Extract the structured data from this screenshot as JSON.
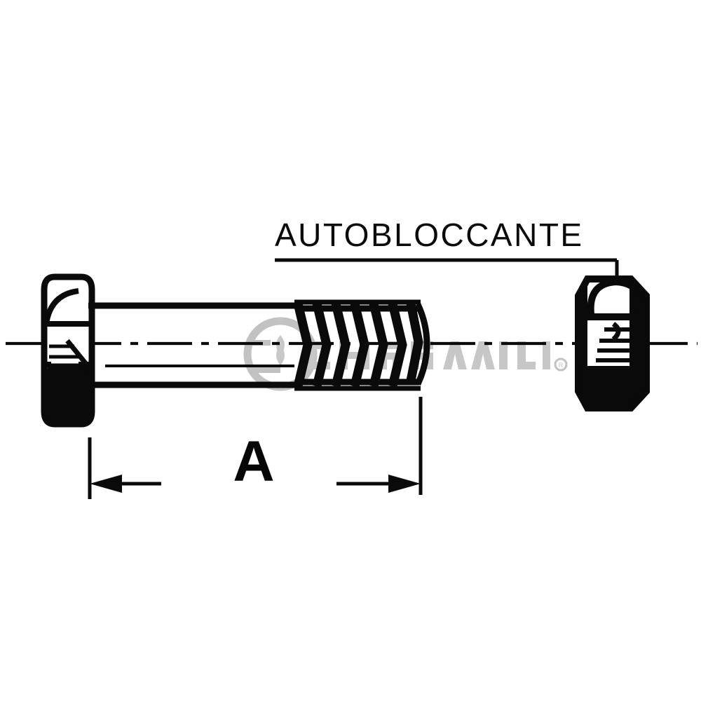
{
  "drawing": {
    "title": "Hex bolt with self-locking nut assembly drawing",
    "callout_label": "AUTOBLOCCANTE",
    "dimension_label": "A",
    "background_color": "#ffffff",
    "line_color": "#0a0a0a",
    "watermark_color": "#b4b4b4",
    "watermark_text": "CHIARAVALLI",
    "watermark_symbol": "registered-trademark"
  },
  "components": {
    "bolt_head": {
      "name": "hex-head",
      "view": "side"
    },
    "bolt_shank": {
      "name": "plain-shank"
    },
    "bolt_thread": {
      "name": "threaded-portion"
    },
    "nut": {
      "name": "self-locking-hex-nut",
      "view": "side"
    },
    "centerline": {
      "name": "axis-centerline",
      "style": "dash-dot"
    },
    "dimension": {
      "name": "dimension-A",
      "arrows": "outward"
    }
  }
}
